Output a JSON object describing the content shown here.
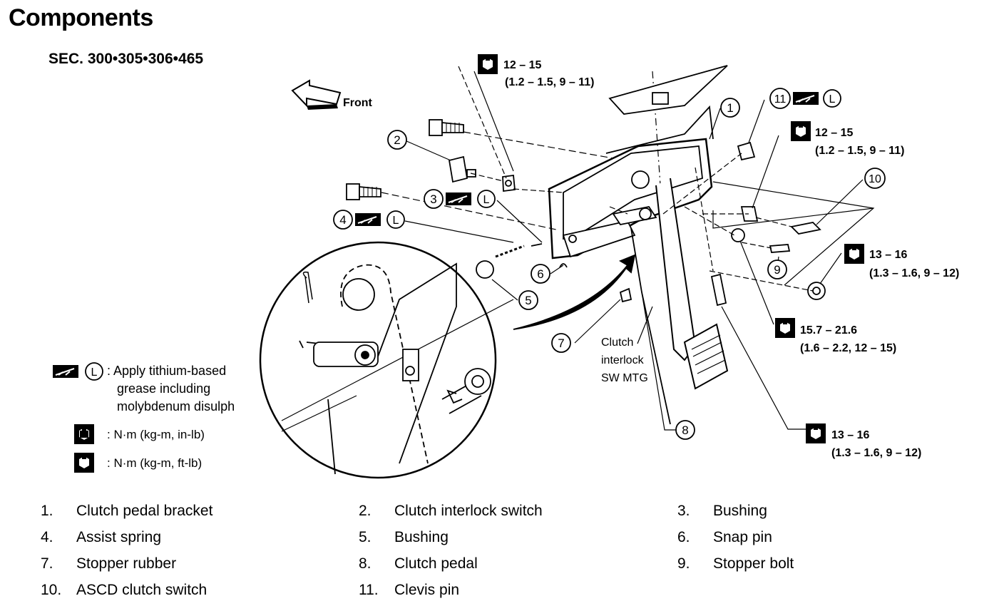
{
  "title": "Components",
  "section": "SEC. 300•305•306•465",
  "diagram": {
    "front_label": "Front",
    "callouts": [
      "1",
      "2",
      "3",
      "4",
      "5",
      "6",
      "7",
      "8",
      "9",
      "10",
      "11"
    ],
    "lube_symbol_letter": "L",
    "torques": {
      "t1_value": "12 – 15",
      "t1_units": "(1.2 – 1.5, 9 – 11)",
      "t2_value": "12 – 15",
      "t2_units": "(1.2 – 1.5, 9 – 11)",
      "t3_value": "13 – 16",
      "t3_units": "(1.3 – 1.6, 9 – 12)",
      "t4_value": "15.7 – 21.6",
      "t4_units": "(1.6 – 2.2, 12 – 15)",
      "t5_value": "13 – 16",
      "t5_units": "(1.3 – 1.6, 9 – 12)"
    },
    "clutch_interlock_lines": [
      "Clutch",
      "interlock",
      "SW MTG"
    ]
  },
  "legend": {
    "grease_lines": [
      ": Apply tithium-based",
      "grease including",
      "molybdenum disulph"
    ],
    "torque_in_lb": ": N·m (kg-m, in-lb)",
    "torque_ft_lb": ": N·m (kg-m, ft-lb)"
  },
  "parts": [
    {
      "num": "1.",
      "name": "Clutch pedal bracket"
    },
    {
      "num": "2.",
      "name": "Clutch interlock switch"
    },
    {
      "num": "3.",
      "name": "Bushing"
    },
    {
      "num": "4.",
      "name": "Assist spring"
    },
    {
      "num": "5.",
      "name": "Bushing"
    },
    {
      "num": "6.",
      "name": "Snap pin"
    },
    {
      "num": "7.",
      "name": "Stopper rubber"
    },
    {
      "num": "8.",
      "name": "Clutch pedal"
    },
    {
      "num": "9.",
      "name": "Stopper bolt"
    },
    {
      "num": "10.",
      "name": "ASCD clutch switch"
    },
    {
      "num": "11.",
      "name": "Clevis pin"
    }
  ]
}
